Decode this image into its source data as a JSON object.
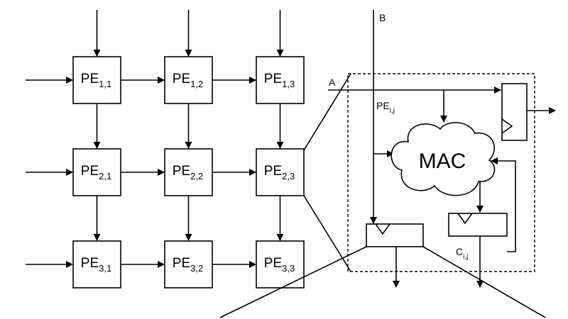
{
  "grid": {
    "prefix": "PE",
    "cells": [
      [
        "1,1",
        "1,2",
        "1,3"
      ],
      [
        "2,1",
        "2,2",
        "2,3"
      ],
      [
        "3,1",
        "3,2",
        "3,3"
      ]
    ]
  },
  "detail": {
    "input_a": "A",
    "input_b": "B",
    "pe_prefix": "PE",
    "pe_sub": "i,j",
    "mac_label": "MAC",
    "acc_prefix": "C",
    "acc_sub": "i,j"
  }
}
